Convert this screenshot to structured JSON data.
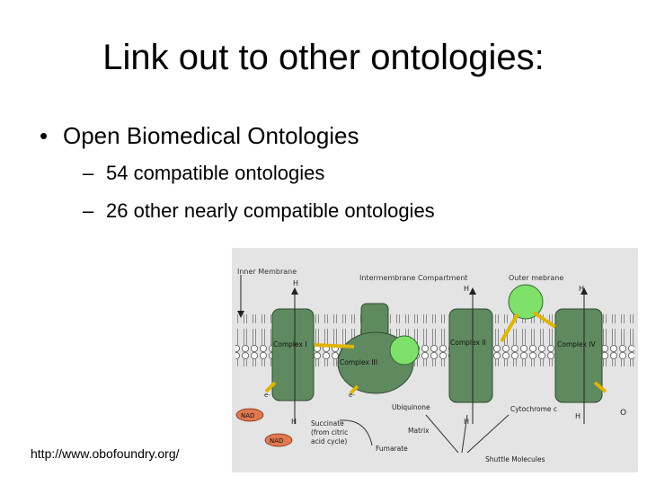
{
  "slide": {
    "title": "Link out to other ontologies:",
    "bullet": "Open Biomedical Ontologies",
    "subitems": [
      "54 compatible ontologies",
      "26 other nearly compatible ontologies"
    ],
    "link": "http://www.obofoundry.org/"
  },
  "figure": {
    "labels": {
      "inner_membrane": "Inner Membrane",
      "intermembrane": "Intermembrane Compartment",
      "outer_membrane": "Outer mebrane",
      "complex_i": "Complex I",
      "complex_ii": "Complex II",
      "complex_iii": "Complex III",
      "complex_iv": "Complex IV",
      "ubiquinone": "Ubiquinone",
      "cytochrome": "Cytochrome c",
      "succinate": "Succinate",
      "citric": "(from citric",
      "acid_cycle": "acid cycle)",
      "fumarate": "Fumarate",
      "matrix": "Matrix",
      "shuttle": "Shuttle Molecules",
      "nad": "NAD",
      "h_plus": "H",
      "o2": "O",
      "electron": "e-"
    }
  }
}
